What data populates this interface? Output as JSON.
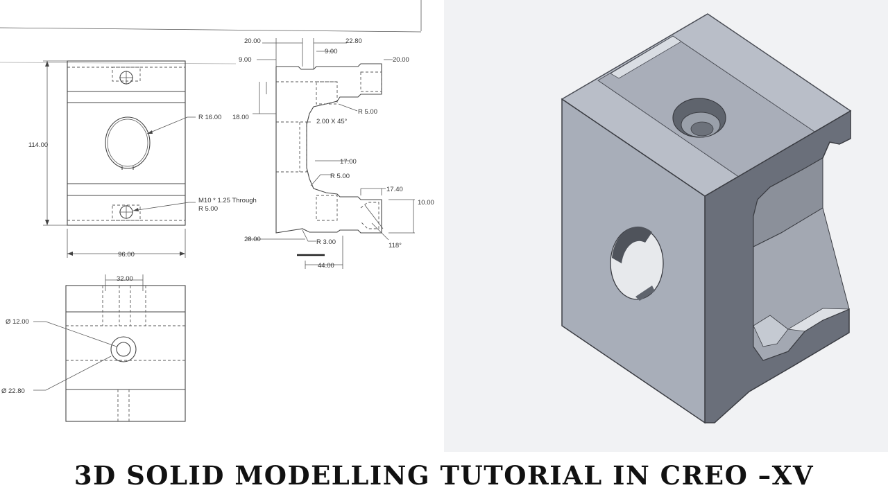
{
  "title": "3D SOLID MODELLING TUTORIAL IN CREO –XV",
  "front_view": {
    "height_dim": "114.00",
    "width_dim": "96.00",
    "radius_callout": "R 16.00",
    "thread_callout_line1": "M10 * 1.25 Through",
    "thread_callout_line2": "R 5.00"
  },
  "side_view": {
    "dims": {
      "d_20a": "20.00",
      "d_22_80": "22.80",
      "d_9a": "9.00",
      "d_9b": "9.00",
      "d_20b": "20.00",
      "d_18": "18.00",
      "r_5a": "R 5.00",
      "chamfer": "2.00 X 45°",
      "d_17": "17.00",
      "r_5b": "R 5.00",
      "d_17_40": "17.40",
      "d_10": "10.00",
      "d_28": "28.00",
      "r_3": "R 3.00",
      "angle_118": "118°",
      "d_44": "44.00"
    }
  },
  "top_view": {
    "d_32": "32.00",
    "dia_12": "Ø 12.00",
    "dia_22_80": "Ø 22.80"
  },
  "colors": {
    "model_face_front": "#a8aeb9",
    "model_face_top": "#b9bec8",
    "model_face_side": "#6a6f7a",
    "model_bg": "#f1f2f4"
  }
}
